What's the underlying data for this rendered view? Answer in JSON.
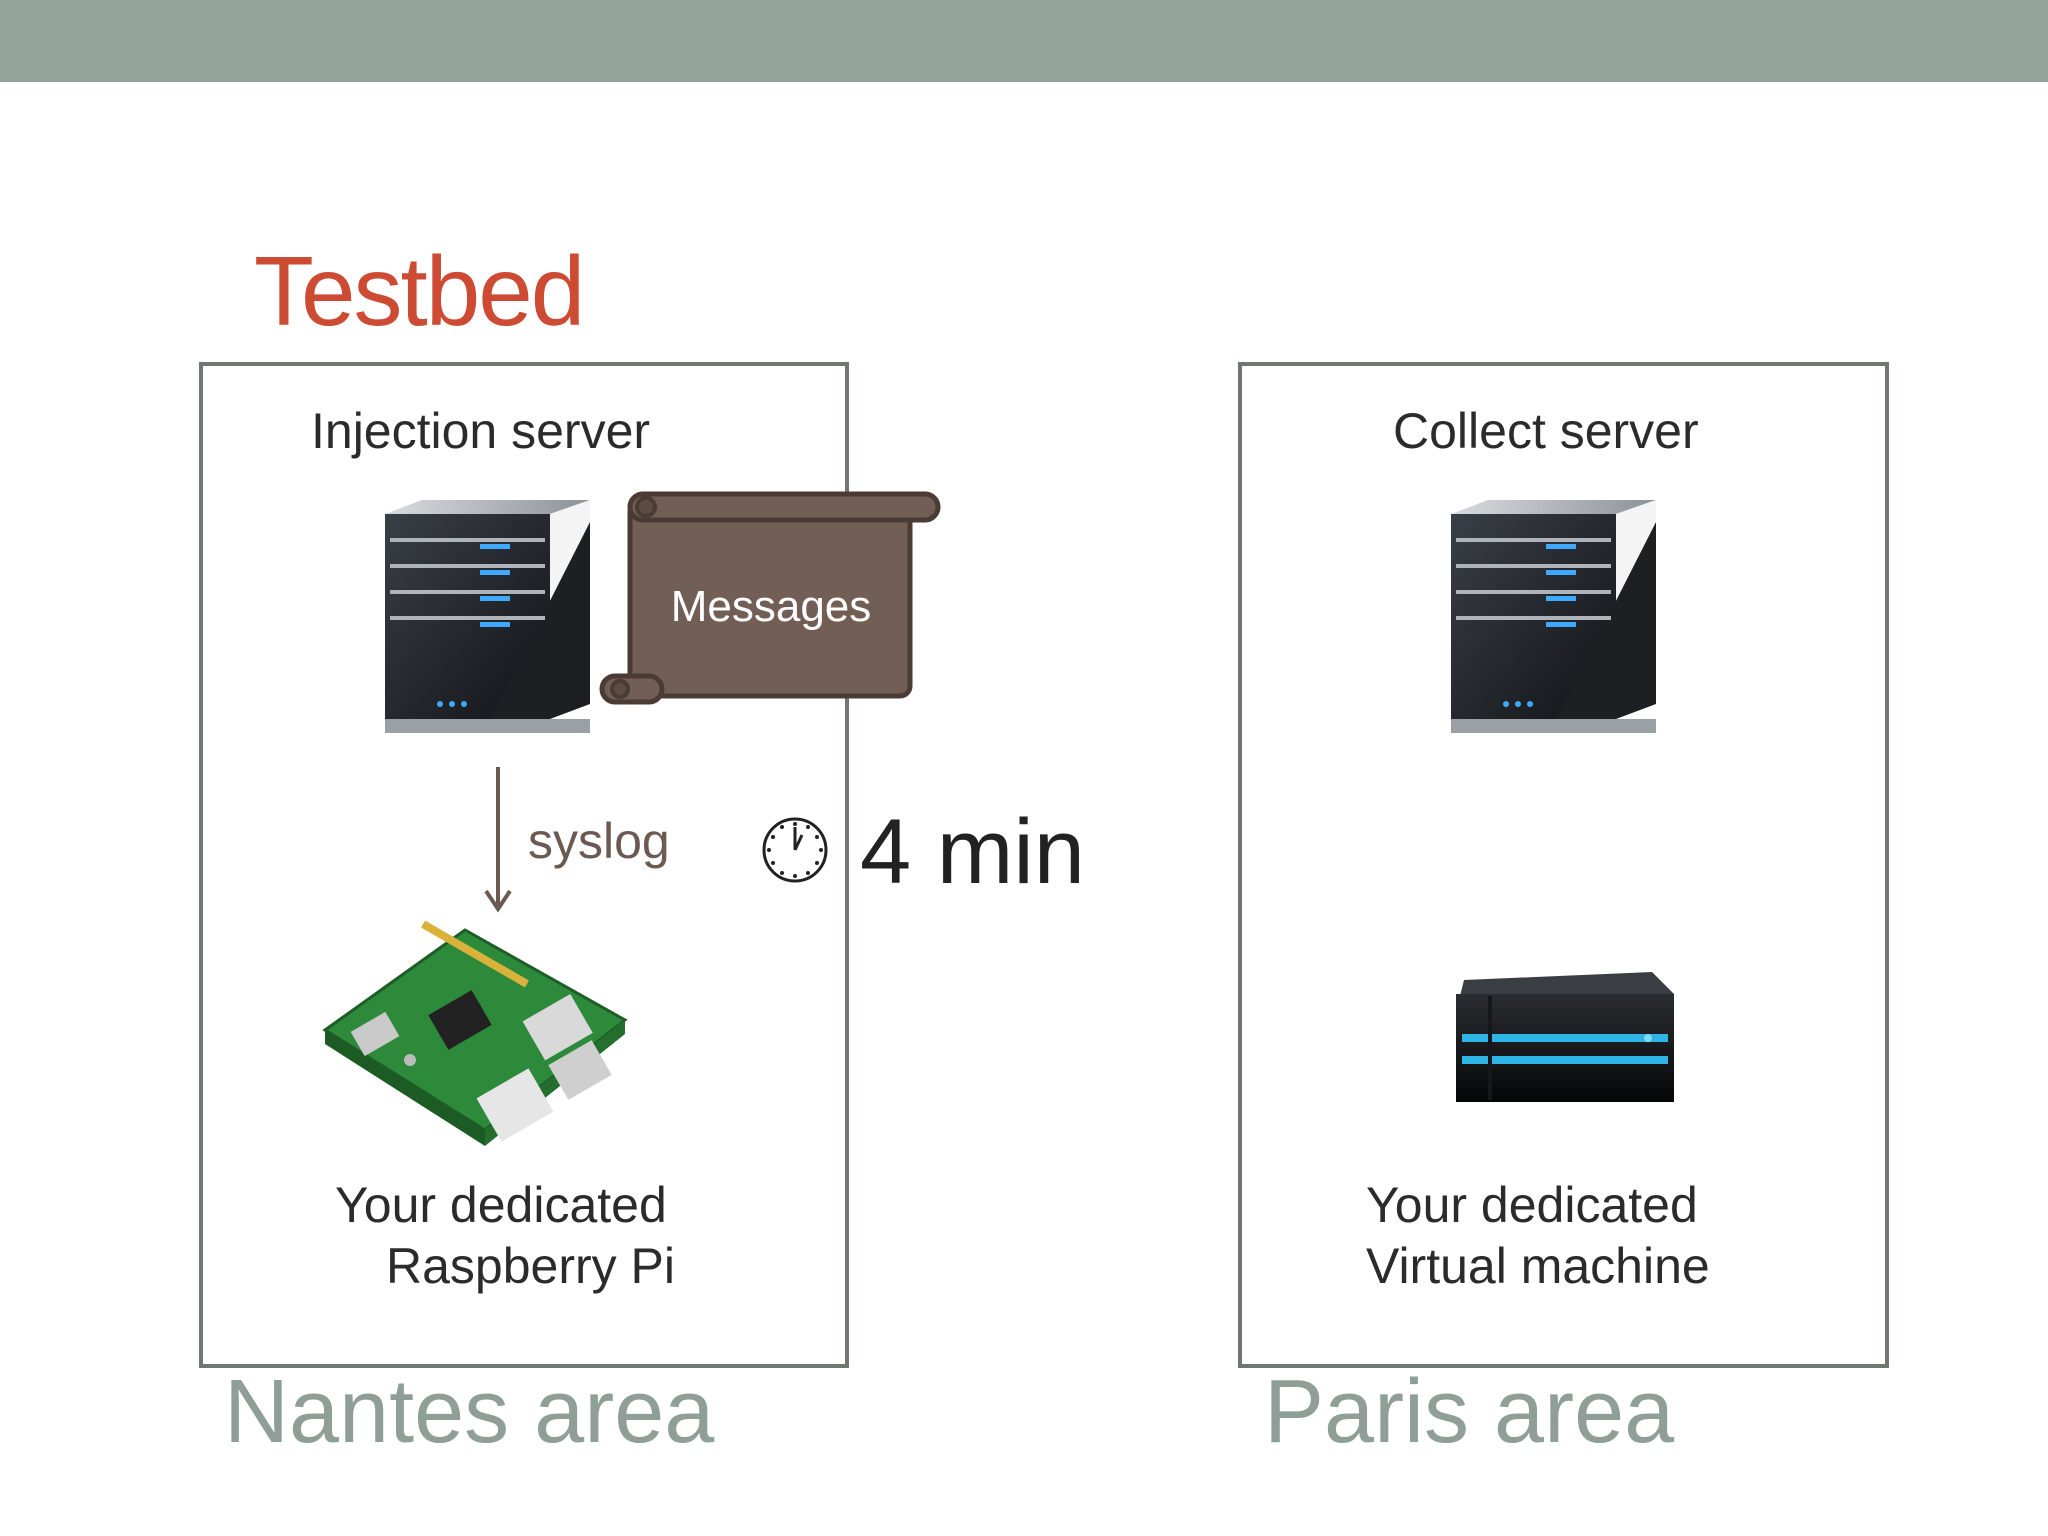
{
  "slide": {
    "title": "Testbed",
    "colors": {
      "title": "#cd4b33",
      "topbar": "#93a39b",
      "area": "#8f9f98",
      "scroll": "#6b5a52"
    }
  },
  "left": {
    "server_label": "Injection server",
    "server_icon": "server-tower-icon",
    "device_icon": "raspberry-pi-board-icon",
    "device_label_line1": "Your dedicated",
    "device_label_line2": "Raspberry Pi",
    "area": "Nantes area"
  },
  "right": {
    "server_label": "Collect server",
    "server_icon": "server-tower-icon",
    "device_icon": "virtual-machine-icon",
    "device_label_line1": "Your dedicated",
    "device_label_line2": "Virtual machine",
    "area": "Paris area"
  },
  "flow": {
    "messages": "Messages",
    "protocol": "syslog",
    "interval": "4 min",
    "interval_icon": "clock-icon"
  }
}
